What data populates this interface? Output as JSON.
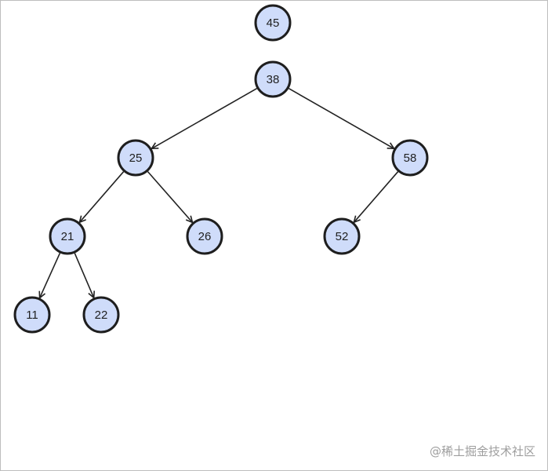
{
  "colors": {
    "node_fill": "#cfdcfa",
    "node_stroke": "#1e1e1e",
    "edge": "#222222",
    "watermark": "#9e9e9e",
    "background": "#ffffff"
  },
  "nodes": [
    {
      "id": "n45",
      "label": "45"
    },
    {
      "id": "n38",
      "label": "38"
    },
    {
      "id": "n25",
      "label": "25"
    },
    {
      "id": "n58",
      "label": "58"
    },
    {
      "id": "n21",
      "label": "21"
    },
    {
      "id": "n26",
      "label": "26"
    },
    {
      "id": "n52",
      "label": "52"
    },
    {
      "id": "n11",
      "label": "11"
    },
    {
      "id": "n22",
      "label": "22"
    }
  ],
  "edges": [
    {
      "from": "n38",
      "to": "n25"
    },
    {
      "from": "n38",
      "to": "n58"
    },
    {
      "from": "n25",
      "to": "n21"
    },
    {
      "from": "n25",
      "to": "n26"
    },
    {
      "from": "n58",
      "to": "n52"
    },
    {
      "from": "n21",
      "to": "n11"
    },
    {
      "from": "n21",
      "to": "n22"
    }
  ],
  "watermark": "@稀土掘金技术社区"
}
